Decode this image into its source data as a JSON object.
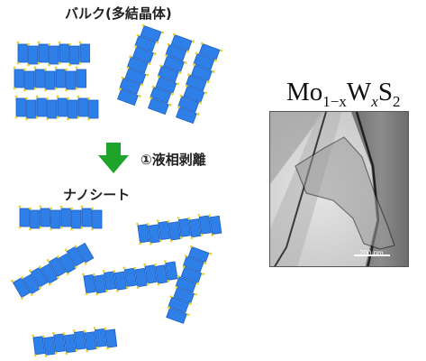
{
  "labels": {
    "bulk_title": "バルク(多結晶体)",
    "step": "①液相剥離",
    "nano_title": "ナノシート"
  },
  "formula": {
    "base": "Mo",
    "sub1": "1−x",
    "el2": "W",
    "sub2": "x",
    "el3": "S",
    "sub3": "2"
  },
  "tem": {
    "scale_label": "200 nm"
  },
  "colors": {
    "tile": "#2f7fe8",
    "tile_edge": "#1a5fc4",
    "tile_dot": "#e8d12a",
    "arrow": "#1ea32b"
  }
}
